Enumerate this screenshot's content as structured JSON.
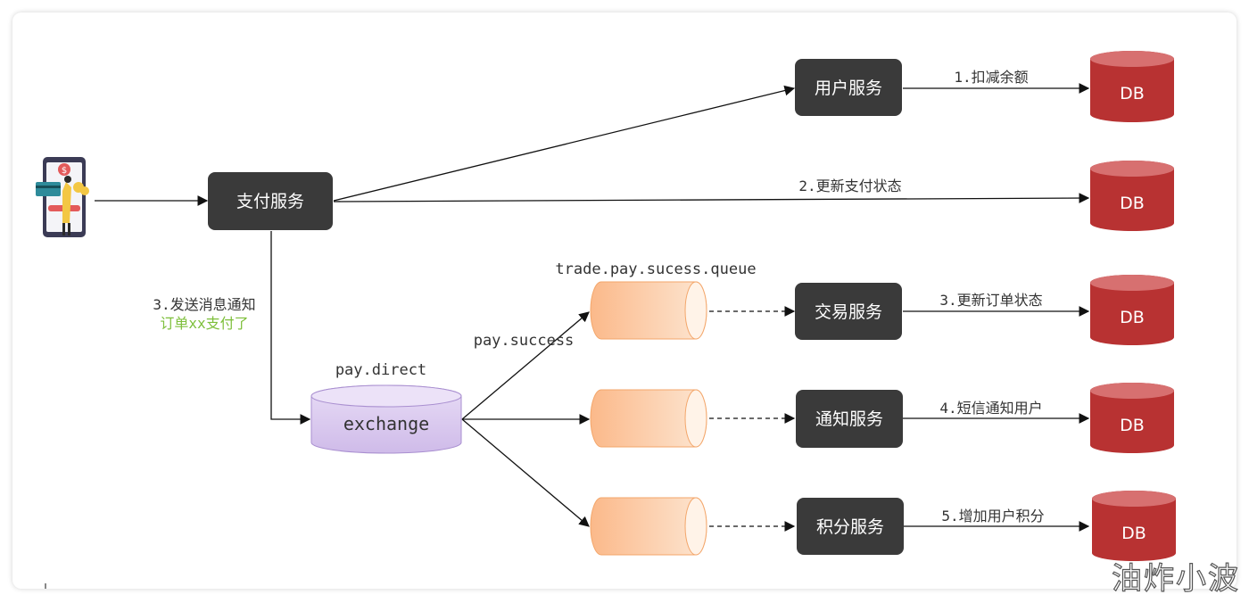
{
  "services": {
    "user": "用户服务",
    "pay": "支付服务",
    "trade": "交易服务",
    "notify": "通知服务",
    "points": "积分服务"
  },
  "db_label": "DB",
  "edge_labels": {
    "deduct": "1.扣减余额",
    "update_pay": "2.更新支付状态",
    "send_msg": "3.发送消息通知",
    "send_msg_detail": "订单xx支付了",
    "update_order": "3.更新订单状态",
    "sms": "4.短信通知用户",
    "add_points": "5.增加用户积分"
  },
  "exchange": {
    "name": "pay.direct",
    "label": "exchange",
    "routing_key": "pay.success"
  },
  "queues": {
    "top_name": "trade.pay.sucess.queue"
  },
  "watermark": "油炸小波",
  "colors": {
    "service_box": "#3a3a3a",
    "db": "#b83232",
    "exchange": "#dcccf0",
    "queue": "#fcc99d",
    "highlight_text": "#7dbf3a"
  }
}
